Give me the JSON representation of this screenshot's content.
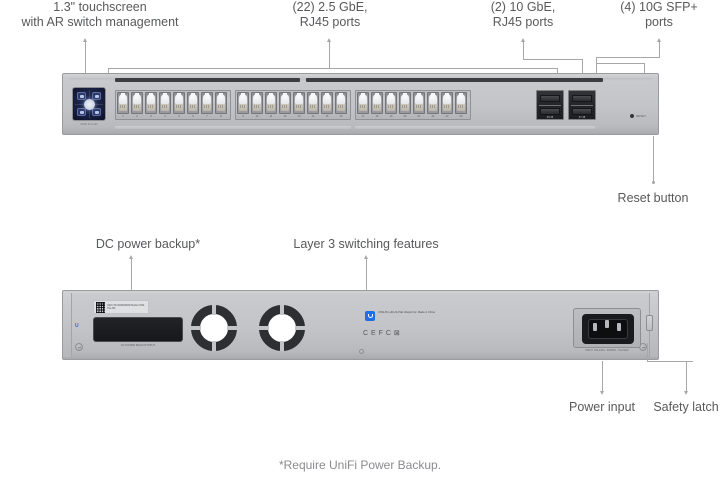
{
  "page": {
    "background": "#ffffff",
    "line_color": "#a7a7a7",
    "text_color": "#58595b",
    "accent": "#1f6fe0"
  },
  "callouts": {
    "touchscreen": "1.3\" touchscreen\nwith AR switch management",
    "rj45_25g": "(22) 2.5 GbE,\nRJ45 ports",
    "rj45_10g": "(2) 10 GbE,\nRJ45 ports",
    "sfp_plus": "(4) 10G SFP+\nports",
    "reset_button": "Reset button",
    "dc_power_backup": "DC power backup*",
    "layer3": "Layer 3 switching features",
    "power_input": "Power input",
    "safety_latch": "Safety latch"
  },
  "footnote": "*Require UniFi Power Backup.",
  "front_panel": {
    "touchscreen_brand": "USW Pro HD",
    "reset_label": "RESET",
    "port_numbers_group1": [
      "1",
      "2",
      "3",
      "4",
      "5",
      "6",
      "7",
      "8"
    ],
    "port_numbers_group2": [
      "9",
      "10",
      "11",
      "12",
      "13",
      "14",
      "15",
      "16"
    ],
    "port_numbers_group3": [
      "17",
      "18",
      "19",
      "20",
      "21",
      "22",
      "23",
      "24"
    ],
    "sfp_numbers_left": "25  26",
    "sfp_numbers_right": "27  28",
    "rj45_ports_total": 24,
    "sfp_ports_total": 4
  },
  "back_panel": {
    "qr_text": "MAC\nSN 0000000000\nModel USW-Pro-HD",
    "dc_caption": "DC POWER BACKUP INPUT",
    "side_badge": "UniFi\nSWITCH",
    "brand_text": "USW-Pro-HD-24-PoE\nUbiquiti Inc.\nMade in China",
    "cert_marks": "C E  F C  ⊠",
    "iec_caption": "INPUT: 100-240V~ 50/60Hz, 7.0A MAX",
    "fan_count": 2
  }
}
